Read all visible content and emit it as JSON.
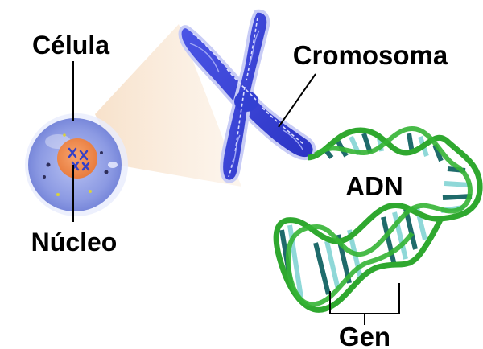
{
  "labels": {
    "cell": "Célula",
    "nucleus": "Núcleo",
    "chromosome": "Cromosoma",
    "dna": "ADN",
    "gene": "Gen"
  },
  "colors": {
    "cell_body": "#9aa8e8",
    "cell_rim": "#dfe5fb",
    "nucleus": "#f08a4b",
    "chromosome": "#3b45d8",
    "chromosome_light": "#7d86ee",
    "dna_backbone": "#2fa82f",
    "dna_rung_dark": "#1f6b6b",
    "dna_rung_light": "#8fd8d8",
    "zoom_cone": "#f7e3cf"
  },
  "icons": {
    "cell": "cell-icon",
    "chromosome": "chromosome-icon",
    "dna": "dna-double-helix-icon"
  }
}
